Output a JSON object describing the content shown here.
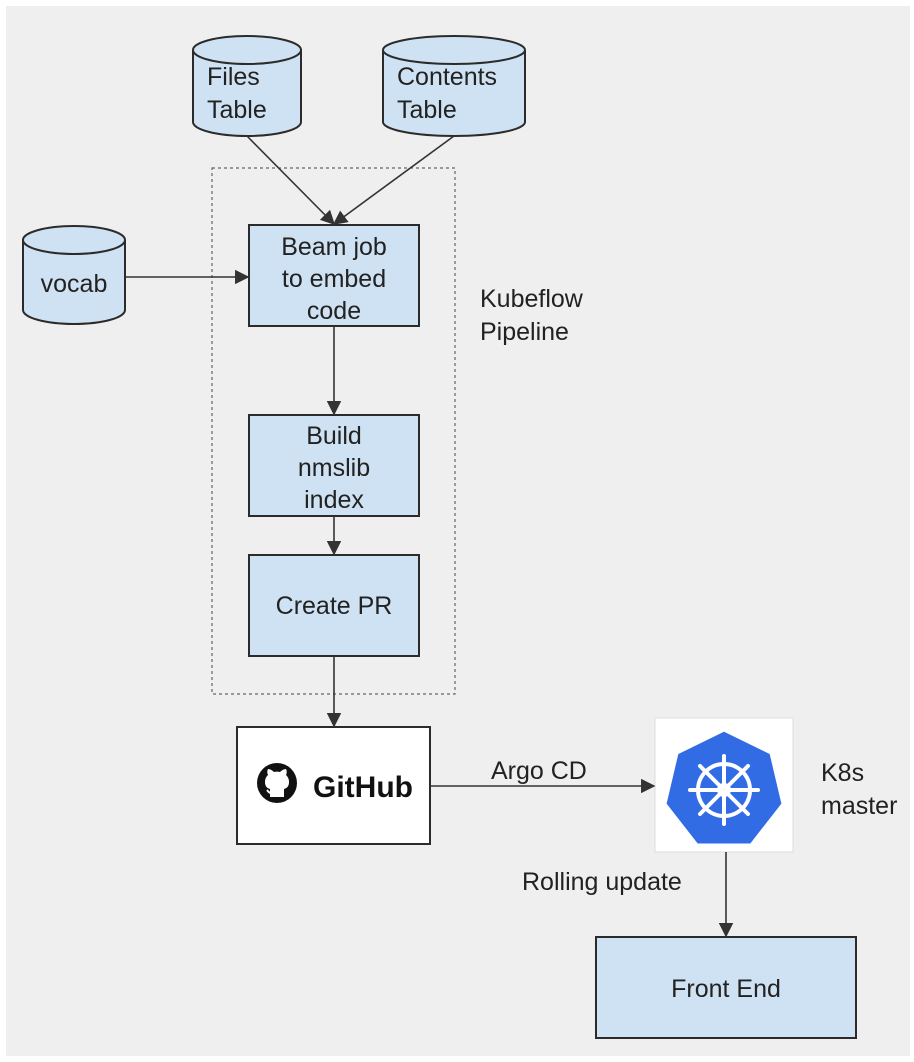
{
  "colors": {
    "background": "#efefef",
    "node_fill": "#cfe2f3",
    "node_stroke": "#2b2b2b",
    "arrow": "#333333",
    "github_box": "#ffffff",
    "kubernetes_blue": "#326ce5"
  },
  "nodes": {
    "files_table": {
      "line1": "Files",
      "line2": "Table"
    },
    "contents_table": {
      "line1": "Contents",
      "line2": "Table"
    },
    "vocab": {
      "label": "vocab"
    },
    "beam_job": {
      "line1": "Beam job",
      "line2": "to embed",
      "line3": "code"
    },
    "build_index": {
      "line1": "Build",
      "line2": "nmslib",
      "line3": "index"
    },
    "create_pr": {
      "label": "Create PR"
    },
    "github": {
      "label": "GitHub",
      "icon": "github-octocat-icon"
    },
    "k8s": {
      "icon": "kubernetes-helm-icon"
    },
    "front_end": {
      "label": "Front End"
    }
  },
  "group": {
    "line1": "Kubeflow",
    "line2": "Pipeline"
  },
  "edges": {
    "argo_cd": "Argo CD",
    "rolling_update": "Rolling update"
  },
  "k8s_master": {
    "line1": "K8s",
    "line2": "master"
  }
}
